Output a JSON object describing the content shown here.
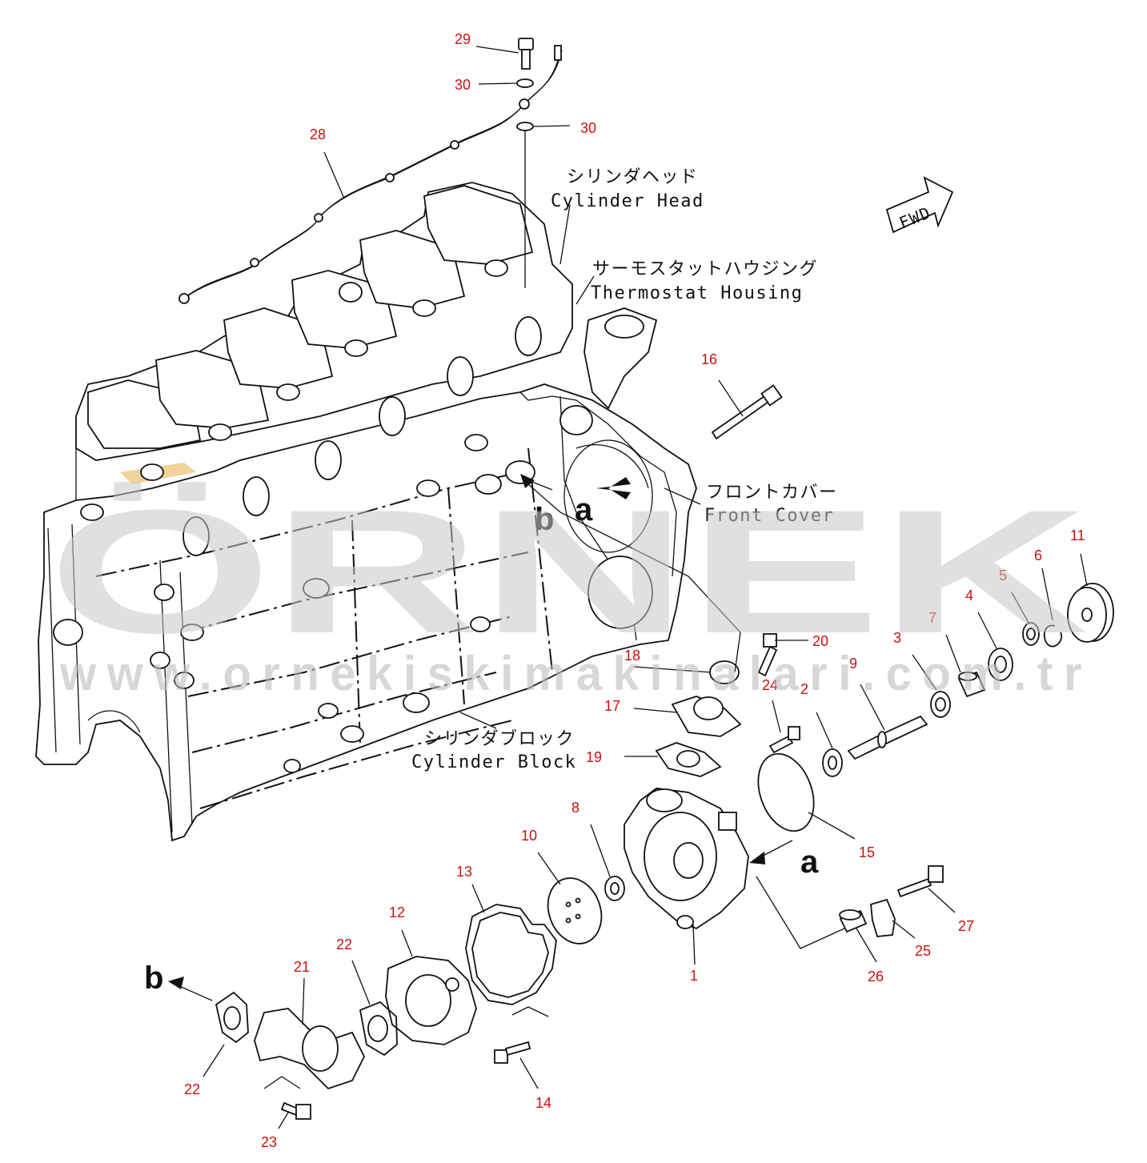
{
  "watermark": {
    "brand": "ÖRNEK",
    "url": "www.ornekiskimakinalari.com.tr"
  },
  "labels": {
    "cylinder_head_jp": "シリンダヘッド",
    "cylinder_head_en": "Cylinder Head",
    "thermostat_housing_jp": "サーモスタットハウジング",
    "thermostat_housing_en": "Thermostat Housing",
    "front_cover_jp": "フロントカバー",
    "front_cover_en": "Front Cover",
    "cylinder_block_jp": "シリンダブロック",
    "cylinder_block_en": "Cylinder Block",
    "fwd": "FWD"
  },
  "markers": {
    "a_upper": "a",
    "b_upper": "b",
    "a_lower": "a",
    "b_lower": "b"
  },
  "callouts": {
    "n1": "1",
    "n2": "2",
    "n3": "3",
    "n4": "4",
    "n5": "5",
    "n6": "6",
    "n7": "7",
    "n8": "8",
    "n9": "9",
    "n10": "10",
    "n11": "11",
    "n12": "12",
    "n13": "13",
    "n14": "14",
    "n15": "15",
    "n16": "16",
    "n17": "17",
    "n18": "18",
    "n19": "19",
    "n20": "20",
    "n21": "21",
    "n22a": "22",
    "n22b": "22",
    "n23": "23",
    "n24": "24",
    "n25": "25",
    "n26": "26",
    "n27": "27",
    "n28": "28",
    "n29": "29",
    "n30a": "30",
    "n30b": "30"
  },
  "colors": {
    "callout": "#cc1010",
    "line": "#111111",
    "watermark": "#c8c8c8",
    "highlight": "#e8c070"
  }
}
